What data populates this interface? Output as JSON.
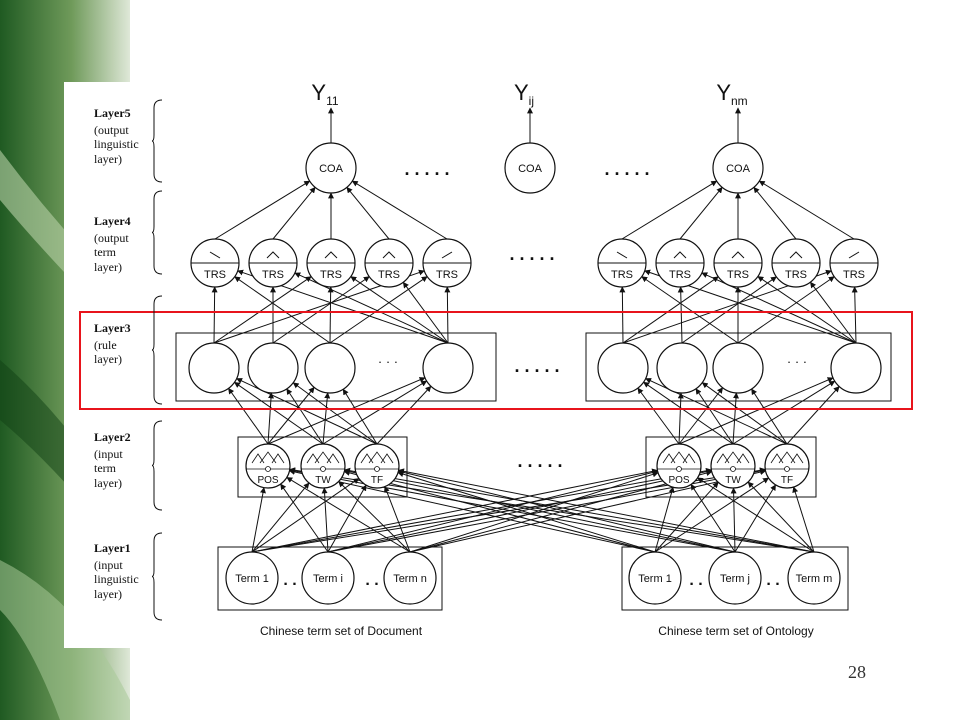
{
  "slide": {
    "number": "28"
  },
  "layers": [
    {
      "name": "Layer5",
      "desc": [
        "(output",
        "linguistic",
        "layer)"
      ]
    },
    {
      "name": "Layer4",
      "desc": [
        "(output",
        "term",
        "layer)"
      ]
    },
    {
      "name": "Layer3",
      "desc": [
        "(rule",
        "layer)"
      ]
    },
    {
      "name": "Layer2",
      "desc": [
        "(input",
        "term",
        "layer)"
      ]
    },
    {
      "name": "Layer1",
      "desc": [
        "(input",
        "linguistic",
        "layer)"
      ]
    }
  ],
  "outputs": {
    "left": {
      "base": "Y",
      "sub": "11"
    },
    "middle": {
      "base": "Y",
      "sub": "ij"
    },
    "right": {
      "base": "Y",
      "sub": "nm"
    }
  },
  "coa_label": "COA",
  "trs_label": "TRS",
  "input_terms": [
    "POS",
    "TW",
    "TF"
  ],
  "doc_terms": [
    "Term 1",
    "Term i",
    "Term n"
  ],
  "onto_terms": [
    "Term 1",
    "Term j",
    "Term m"
  ],
  "ellipsis": ". . . . .",
  "inner_ellipsis": "· · ·",
  "term_dots": ". .",
  "captions": {
    "document": "Chinese term set of Document",
    "ontology": "Chinese term set of Ontology"
  },
  "colors": {
    "highlight": "#e8141c",
    "line": "#111111",
    "bg_strip": "#2f6a2a"
  }
}
